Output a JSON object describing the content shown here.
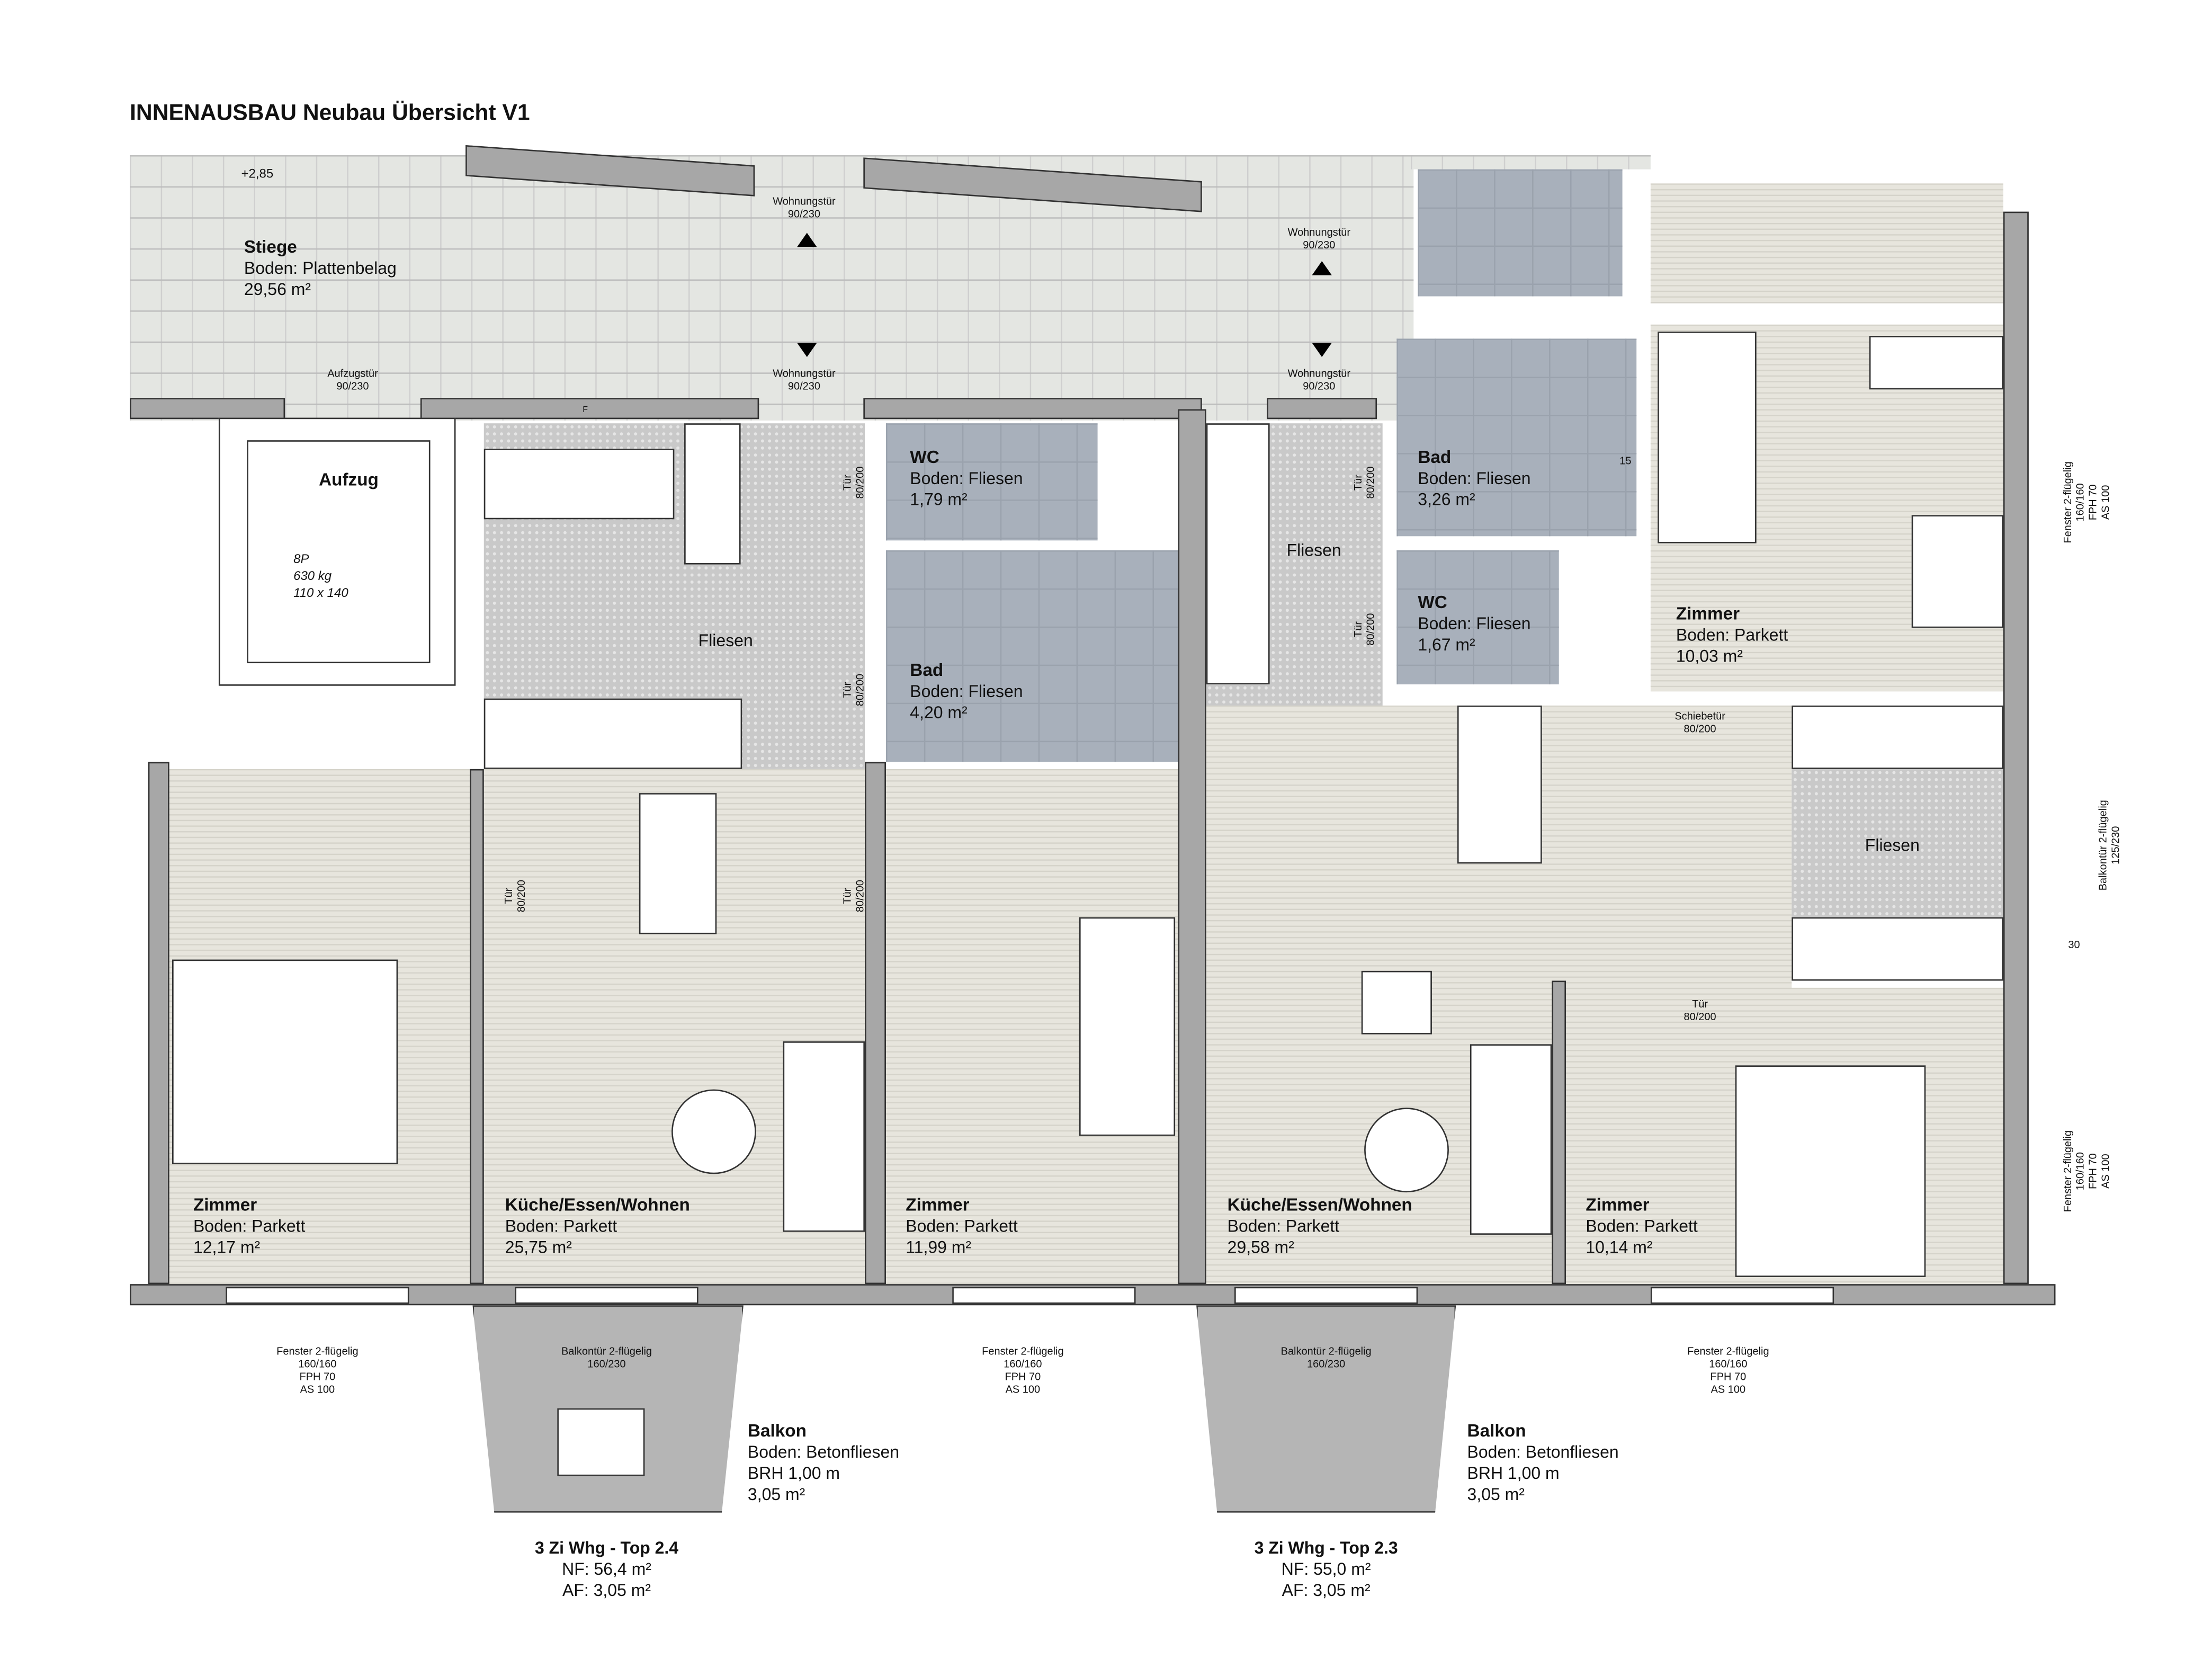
{
  "title": "INNENAUSBAU Neubau Übersicht V1",
  "level": "+2,85",
  "rooms": {
    "stiege": {
      "name": "Stiege",
      "floor": "Boden: Plattenbelag",
      "area": "29,56 m²"
    },
    "aufzug": {
      "name": "Aufzug",
      "capacity": "8P",
      "load": "630 kg",
      "size": "110 x 140"
    },
    "fliesen_left": {
      "name": "Fliesen"
    },
    "wc_left": {
      "name": "WC",
      "floor": "Boden: Fliesen",
      "area": "1,79 m²"
    },
    "bad_left": {
      "name": "Bad",
      "floor": "Boden: Fliesen",
      "area": "4,20 m²"
    },
    "fliesen_mid": {
      "name": "Fliesen"
    },
    "bad_right": {
      "name": "Bad",
      "floor": "Boden: Fliesen",
      "area": "3,26 m²"
    },
    "wc_right": {
      "name": "WC",
      "floor": "Boden: Fliesen",
      "area": "1,67 m²"
    },
    "zimmer_top_right": {
      "name": "Zimmer",
      "floor": "Boden: Parkett",
      "area": "10,03 m²"
    },
    "fliesen_right": {
      "name": "Fliesen"
    },
    "zimmer_left": {
      "name": "Zimmer",
      "floor": "Boden: Parkett",
      "area": "12,17 m²"
    },
    "kueche_left": {
      "name": "Küche/Essen/Wohnen",
      "floor": "Boden: Parkett",
      "area": "25,75 m²"
    },
    "zimmer_mid": {
      "name": "Zimmer",
      "floor": "Boden: Parkett",
      "area": "11,99 m²"
    },
    "kueche_right": {
      "name": "Küche/Essen/Wohnen",
      "floor": "Boden: Parkett",
      "area": "29,58 m²"
    },
    "zimmer_bottom_right": {
      "name": "Zimmer",
      "floor": "Boden: Parkett",
      "area": "10,14 m²"
    },
    "balkon_left": {
      "name": "Balkon",
      "floor": "Boden: Betonfliesen",
      "brh": "BRH 1,00 m",
      "area": "3,05 m²"
    },
    "balkon_right": {
      "name": "Balkon",
      "floor": "Boden: Betonfliesen",
      "brh": "BRH 1,00 m",
      "area": "3,05 m²"
    }
  },
  "doors": {
    "wohnungstuer": {
      "name": "Wohnungstür",
      "size": "90/230"
    },
    "aufzugstuer": {
      "name": "Aufzugstür",
      "size": "90/230"
    },
    "tuer": {
      "name": "Tür",
      "size": "80/200"
    },
    "schiebetuer": {
      "name": "Schiebetür",
      "size": "80/200"
    },
    "balkontuer": {
      "name": "Balkontür 2-flügelig",
      "size": "160/230"
    },
    "balkontuer_side": {
      "name": "Balkontür 2-flügelig",
      "size": "125/230"
    }
  },
  "windows": {
    "name": "Fenster 2-flügelig",
    "size": "160/160",
    "fph": "FPH 70",
    "as": "AS 100"
  },
  "dimensions": {
    "d15": "15",
    "d30": "30"
  },
  "fridge": "F",
  "units": [
    {
      "name": "3 Zi Whg - Top 2.4",
      "nf": "NF: 56,4 m²",
      "af": "AF:   3,05 m²"
    },
    {
      "name": "3 Zi Whg - Top 2.3",
      "nf": "NF: 55,0 m²",
      "af": "AF:   3,05 m²"
    }
  ]
}
